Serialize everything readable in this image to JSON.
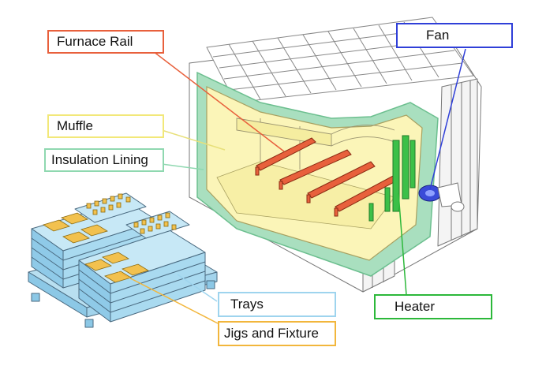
{
  "labels": {
    "furnace_rail": {
      "text": "Furnace Rail",
      "color": "#e8603c"
    },
    "muffle": {
      "text": "Muffle",
      "color": "#f2e879"
    },
    "insulation_lining": {
      "text": "Insulation Lining",
      "color": "#8fd8b0"
    },
    "fan": {
      "text": "Fan",
      "color": "#2f3fd8"
    },
    "heater": {
      "text": "Heater",
      "color": "#2cb83a"
    },
    "trays": {
      "text": "Trays",
      "color": "#9ed4ee"
    },
    "jigs_and_fixture": {
      "text": "Jigs and Fixture",
      "color": "#f2b63c"
    }
  }
}
